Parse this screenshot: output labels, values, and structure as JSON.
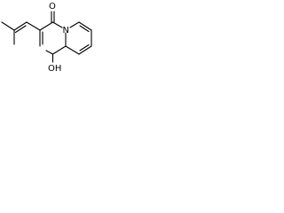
{
  "structure": {
    "atoms": {
      "o_top": "O",
      "n_ring": "N",
      "oh": "OH"
    }
  }
}
